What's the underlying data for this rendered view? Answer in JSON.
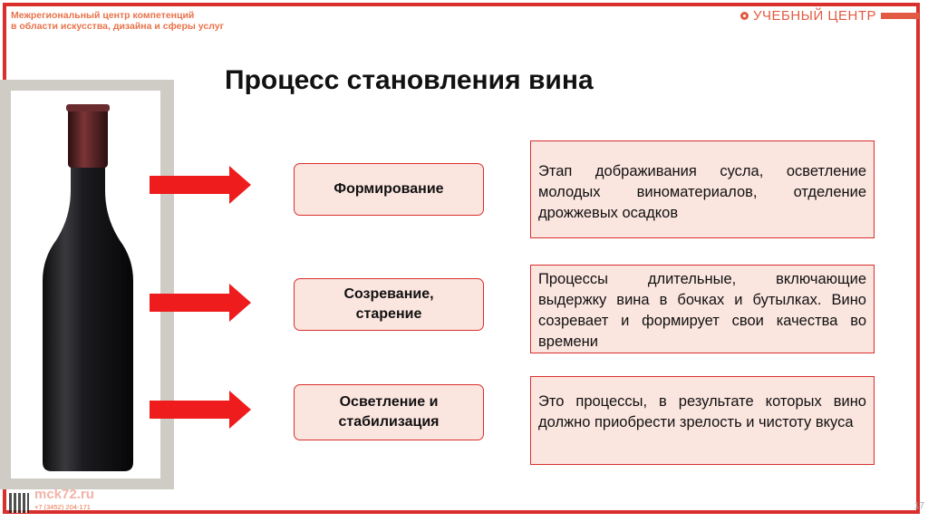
{
  "header": {
    "org_line1": "Межрегиональный центр компетенций",
    "org_line2": "в области искусства, дизайна и сферы услуг",
    "brand": "УЧЕБНЫЙ ЦЕНТР"
  },
  "slide": {
    "title": "Процесс становления вина",
    "stages": [
      {
        "label": "Формирование",
        "description": "Этап дображивания сусла, осветление молодых виноматериалов, отделение дрожжевых осадков"
      },
      {
        "label": "Созревание, старение",
        "description": "Процессы длительные, включающие выдержку вина в бочках и бутылках. Вино созревает и формирует свои качества во времени"
      },
      {
        "label": "Осветление и стабилизация",
        "description": "Это процессы, в результате которых вино должно приобрести зрелость и чистоту вкуса"
      }
    ]
  },
  "footer": {
    "site": "mck72.ru",
    "phone": "+7 (3452) 204-171",
    "page_number": "17"
  },
  "colors": {
    "accent_red": "#d9302e",
    "box_fill": "#fbe5df",
    "brand_orange": "#e25a42",
    "arrow_red": "#ee1c1c"
  },
  "icons": {
    "arrow": "right-arrow-icon",
    "bottle": "wine-bottle-image",
    "qr": "qr-code-icon"
  }
}
